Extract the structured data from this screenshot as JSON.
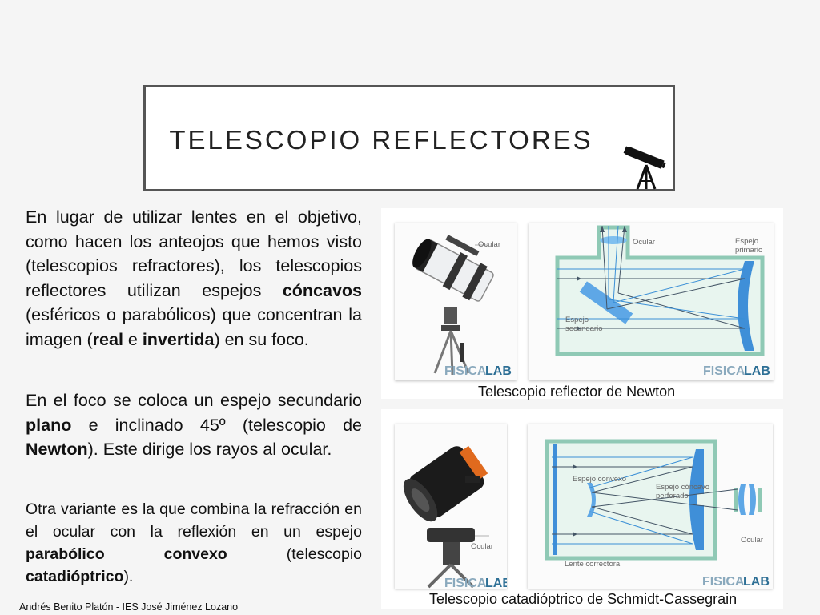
{
  "slide": {
    "title": "TELESCOPIO REFLECTORES",
    "paragraph1": {
      "t1": "En lugar de utilizar lentes en el objetivo, como hacen los anteojos que hemos visto (telescopios refractores), los telescopios reflectores utilizan espejos ",
      "b1": "cóncavos",
      "t2": " (esféricos o parabólicos) que concentran la imagen (",
      "b2": "real",
      "t3": " e ",
      "b3": "invertida",
      "t4": ") en su foco."
    },
    "paragraph2": {
      "t1": "En el foco se coloca un espejo secundario ",
      "b1": "plano",
      "t2": " e inclinado 45º (telescopio de ",
      "b2": "Newton",
      "t3": "). Este dirige los rayos al ocular."
    },
    "paragraph3": {
      "t1": "Otra variante es la que combina la refracción en el ocular con la reflexión en un espejo ",
      "b1": "parabólico convexo",
      "t2": " (telescopio ",
      "b2": "catadióptrico",
      "t3": ")."
    },
    "footer": "Andrés Benito Platón - IES José Jiménez Lozano"
  },
  "figure1": {
    "caption": "Telescopio reflector de Newton",
    "photo_label": "Ocular",
    "labels": {
      "ocular": "Ocular",
      "espejo_primario_1": "Espejo",
      "espejo_primario_2": "primario",
      "espejo_secundario_1": "Espejo",
      "espejo_secundario_2": "secundario"
    },
    "brand_a": "FISICA",
    "brand_b": "LAB"
  },
  "figure2": {
    "caption": "Telescopio catadióptrico de Schmidt-Cassegrain",
    "photo_label": "Ocular",
    "labels": {
      "espejo_convexo": "Espejo convexo",
      "espejo_concavo_1": "Espejo cóncavo",
      "espejo_concavo_2": "perforado",
      "lente": "Lente correctora",
      "ocular": "Ocular"
    },
    "brand_a": "FISICA",
    "brand_b": "LAB"
  },
  "colors": {
    "tube_green": "#8fc9b5",
    "tube_fill": "#e8f5ef",
    "mirror_blue": "#3f8fd8",
    "ray_dark": "#445566",
    "ray_blue": "#3a8fd6",
    "brand_dark": "#2d6f95"
  }
}
